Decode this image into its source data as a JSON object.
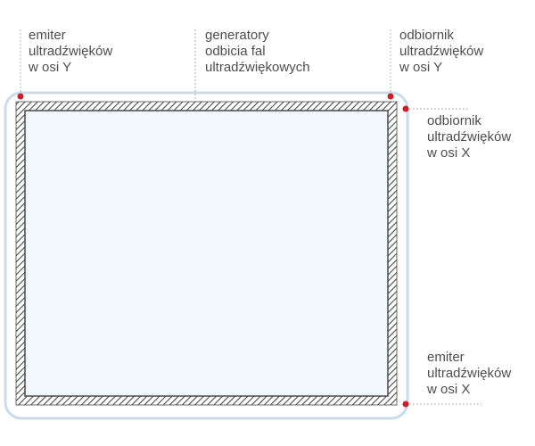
{
  "callouts": {
    "emitter_y": [
      "emiter",
      "ultradźwięków",
      "w osi Y"
    ],
    "generators": [
      "generatory",
      "odbicia fal",
      "ultradźwiękowych"
    ],
    "receiver_y": [
      "odbiornik",
      "ultradźwięków",
      "w osi Y"
    ],
    "receiver_x": [
      "odbiornik",
      "ultradźwięków",
      "w osi X"
    ],
    "emitter_x": [
      "emiter",
      "ultradźwięków",
      "w osi X"
    ]
  },
  "colors": {
    "bezel_outline": "#c9dceb",
    "screen_fill": "#f2f8fd",
    "hatch_stroke": "#4a4a4a",
    "sensor_dot": "#cc1f2c",
    "leader_line": "#9a9a9a",
    "label_text": "#4d4d4d"
  }
}
